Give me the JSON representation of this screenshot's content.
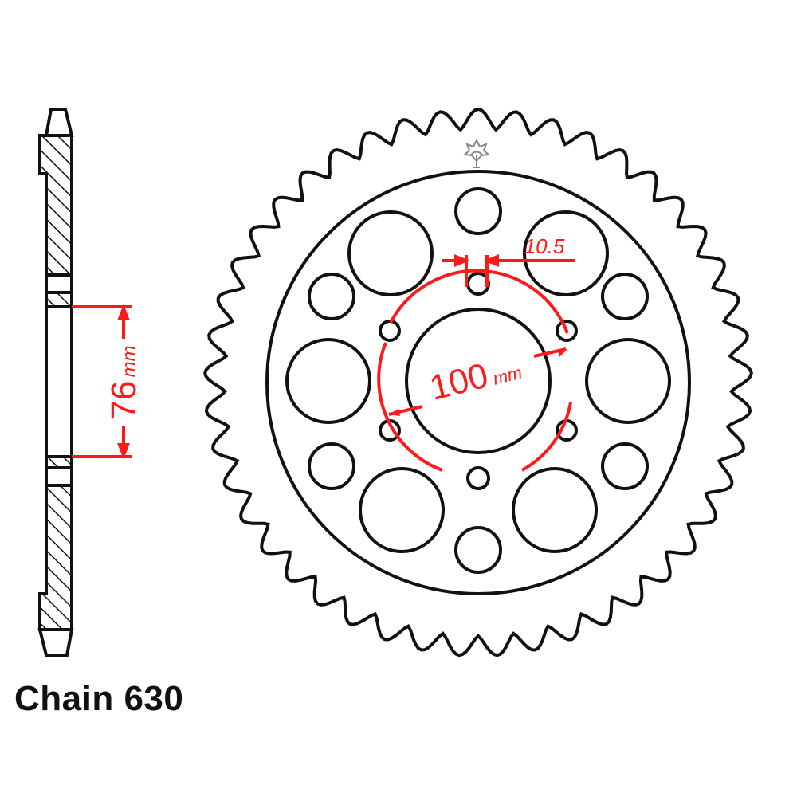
{
  "caption": "Chain 630",
  "dimensions": {
    "bore_height_label": "76",
    "bore_height_unit": "mm",
    "pcd_label": "100",
    "pcd_unit": "mm",
    "bolt_hole_label": "10.5"
  },
  "sprocket": {
    "teeth": 45,
    "bolt_holes": 6,
    "large_lightening_holes": 6,
    "small_lightening_holes": 6
  },
  "colors": {
    "outline": "#111111",
    "dimension": "#ff1a1a",
    "logo": "#888888"
  },
  "icons": {
    "logo": "sun-star-logo-icon"
  }
}
